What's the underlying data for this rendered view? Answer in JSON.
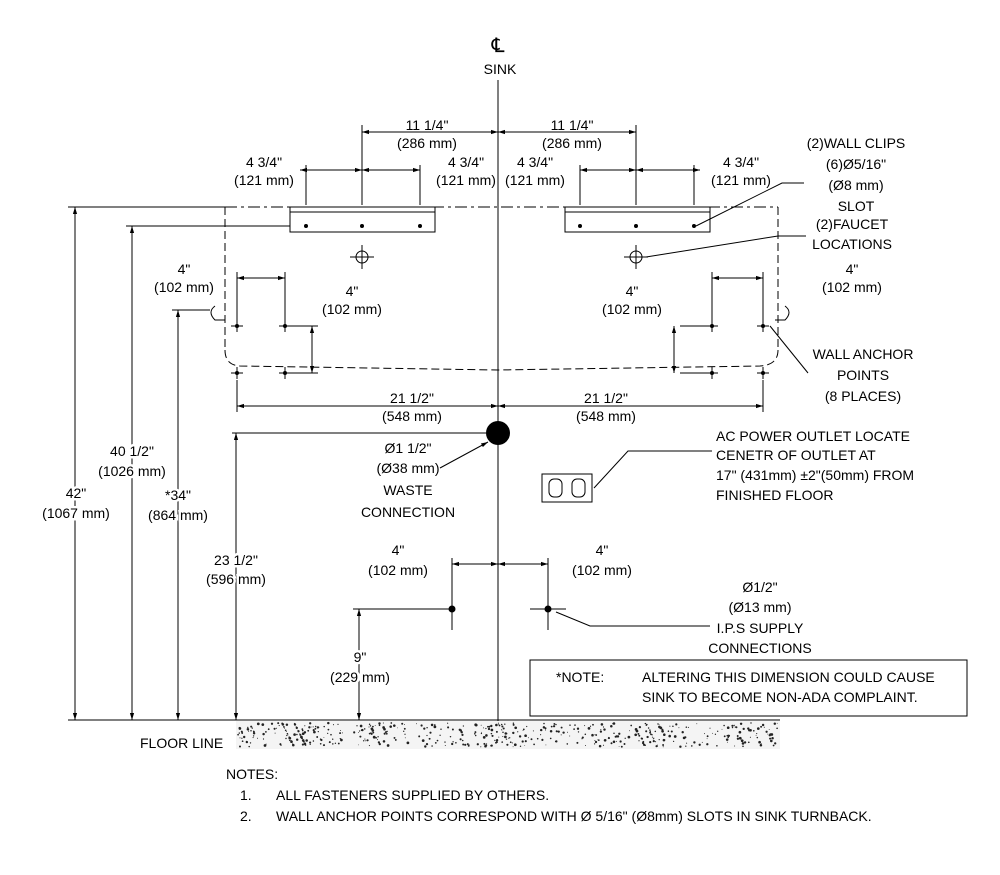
{
  "centerline": {
    "symbol": "℄",
    "label": "SINK"
  },
  "top_dims": {
    "left_span": {
      "inch": "11 1/4\"",
      "mm": "(286 mm)"
    },
    "right_span": {
      "inch": "11 1/4\"",
      "mm": "(286 mm)"
    },
    "clip_l1": {
      "inch": "4 3/4\"",
      "mm": "(121 mm)"
    },
    "clip_l2": {
      "inch": "4 3/4\"",
      "mm": "(121 mm)"
    },
    "clip_r1": {
      "inch": "4 3/4\"",
      "mm": "(121 mm)"
    },
    "clip_r2": {
      "inch": "4 3/4\"",
      "mm": "(121 mm)"
    }
  },
  "callouts": {
    "wall_clips": [
      "(2)WALL CLIPS",
      "(6)Ø5/16\"",
      "(Ø8 mm)",
      "SLOT"
    ],
    "faucet": [
      "(2)FAUCET",
      "LOCATIONS"
    ],
    "anchor": [
      "WALL ANCHOR",
      "POINTS",
      "(8 PLACES)"
    ],
    "outlet": [
      "AC POWER OUTLET LOCATE",
      "CENETR OF OUTLET AT",
      "17\" (431mm) ±2\"(50mm) FROM",
      "FINISHED FLOOR"
    ],
    "waste": [
      "Ø1  1/2\"",
      "(Ø38 mm)",
      "WASTE",
      "CONNECTION"
    ],
    "supply": [
      "Ø1/2\"",
      "(Ø13 mm)",
      "I.P.S SUPPLY",
      "CONNECTIONS"
    ]
  },
  "mid_dims": {
    "left_outer": {
      "inch": "4\"",
      "mm": "(102 mm)"
    },
    "left_inner": {
      "inch": "4\"",
      "mm": "(102 mm)"
    },
    "right_inner": {
      "inch": "4\"",
      "mm": "(102 mm)"
    },
    "right_outer": {
      "inch": "4\"",
      "mm": "(102 mm)"
    },
    "half_left": {
      "inch": "21 1/2\"",
      "mm": "(548 mm)"
    },
    "half_right": {
      "inch": "21 1/2\"",
      "mm": "(548 mm)"
    }
  },
  "vertical_dims": {
    "h42": {
      "inch": "42\"",
      "mm": "(1067 mm)"
    },
    "h40": {
      "inch": "40 1/2\"",
      "mm": "(1026 mm)"
    },
    "h34": {
      "inch": "*34\"",
      "mm": "(864 mm)"
    },
    "h23": {
      "inch": "23 1/2\"",
      "mm": "(596 mm)"
    },
    "h9": {
      "inch": "9\"",
      "mm": "(229 mm)"
    }
  },
  "supply_dims": {
    "left": {
      "inch": "4\"",
      "mm": "(102 mm)"
    },
    "right": {
      "inch": "4\"",
      "mm": "(102 mm)"
    }
  },
  "note_box": {
    "label": "*NOTE:",
    "line1": "ALTERING THIS DIMENSION COULD CAUSE",
    "line2": "SINK TO BECOME NON-ADA COMPLAINT."
  },
  "floor_label": "FLOOR LINE",
  "notes": {
    "heading": "NOTES:",
    "items": [
      {
        "num": "1.",
        "text": "ALL FASTENERS SUPPLIED BY OTHERS."
      },
      {
        "num": "2.",
        "text": "WALL ANCHOR POINTS CORRESPOND WITH Ø 5/16\" (Ø8mm) SLOTS IN SINK TURNBACK."
      }
    ]
  }
}
